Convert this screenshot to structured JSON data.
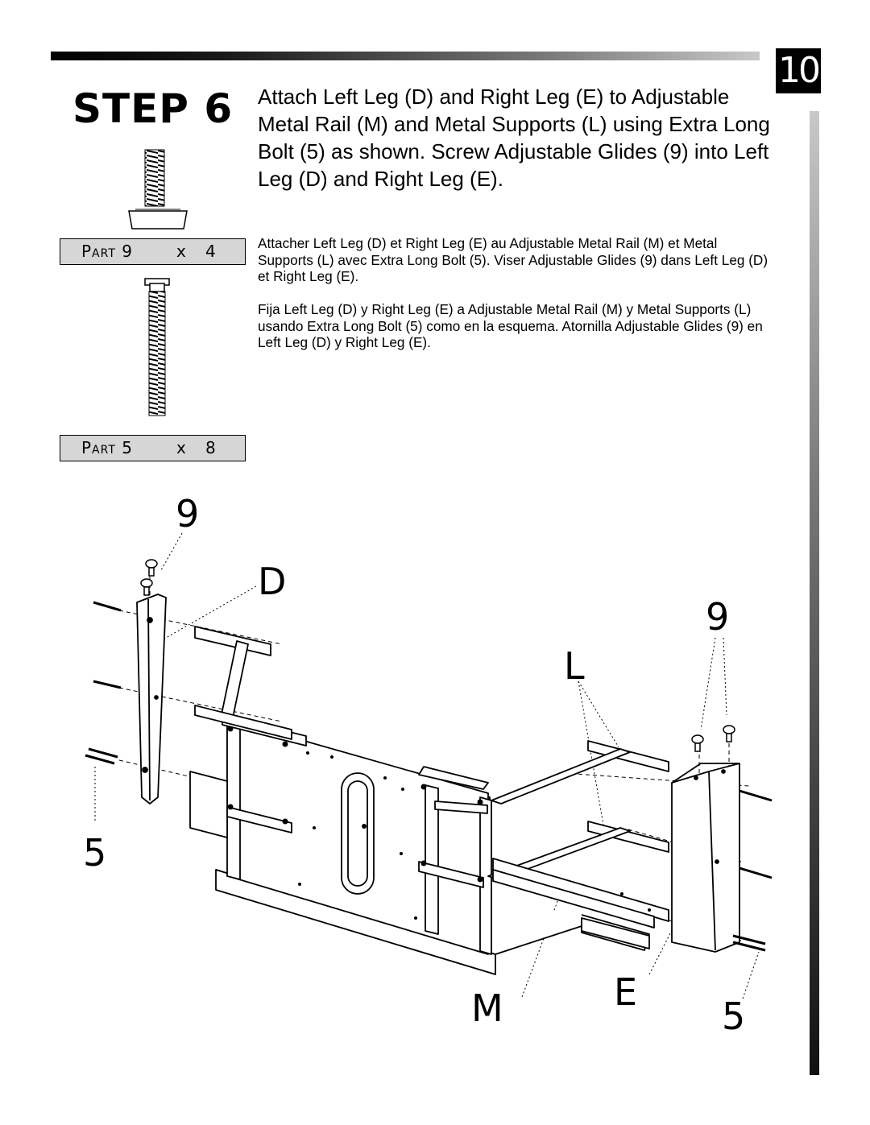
{
  "page": {
    "number": "10",
    "step_title": "STEP 6"
  },
  "instructions": {
    "english": "Attach Left Leg (D) and Right Leg (E) to Adjustable Metal Rail (M) and Metal Supports (L) using Extra Long Bolt (5) as shown. Screw Adjustable Glides (9) into Left Leg (D) and Right Leg (E).",
    "french": "Attacher Left Leg (D) et Right Leg (E) au Adjustable Metal Rail (M) et Metal Supports (L) avec Extra Long Bolt (5). Viser Adjustable Glides (9) dans Left Leg (D) et Right Leg (E).",
    "spanish": "Fija Left Leg (D) y Right Leg (E) a Adjustable Metal Rail (M) y Metal Supports (L) usando Extra Long Bolt (5) como en la esquema. Atornilla Adjustable Glides (9) en Left Leg (D) y Right Leg (E)."
  },
  "parts": [
    {
      "name": "Part 9",
      "x": "x",
      "qty": "4",
      "icon": "adjustable-glide-icon"
    },
    {
      "name": "Part 5",
      "x": "x",
      "qty": "8",
      "icon": "extra-long-bolt-icon"
    }
  ],
  "diagram": {
    "callouts": {
      "glide_left": "9",
      "leg_left": "D",
      "glide_right": "9",
      "supports": "L",
      "bolt_left": "5",
      "rail": "M",
      "leg_right": "E",
      "bolt_right": "5"
    },
    "colors": {
      "line": "#000000",
      "fill": "#ffffff"
    }
  }
}
